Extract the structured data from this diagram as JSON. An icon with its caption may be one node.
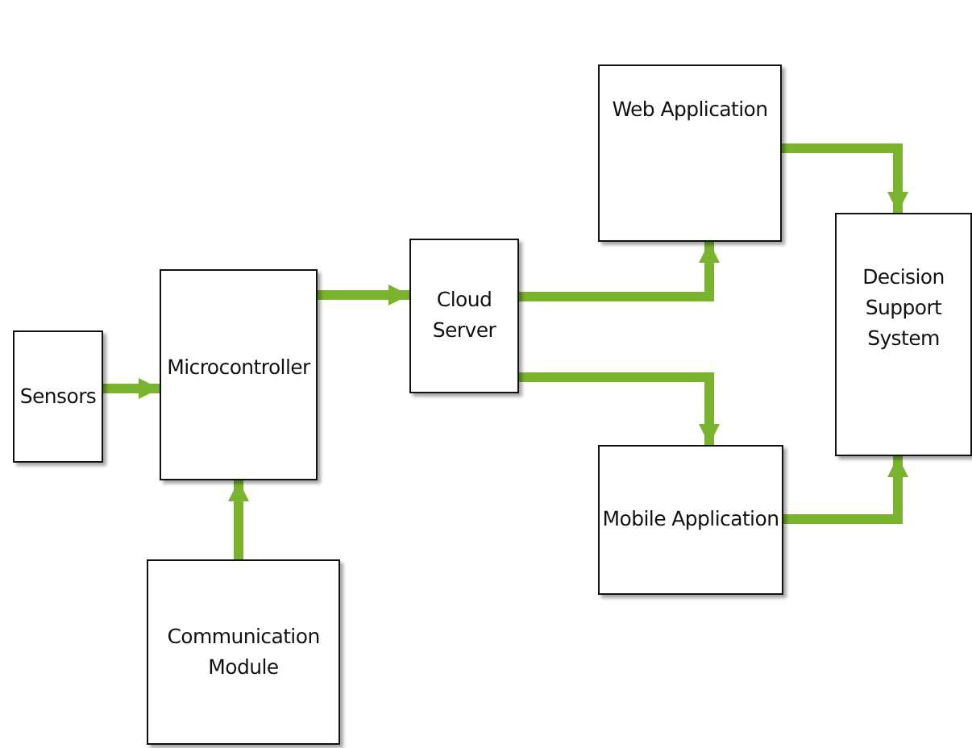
{
  "diagram": {
    "nodes": [
      {
        "text": [
          "Sensors"
        ]
      },
      {
        "text": [
          "Microcontroller"
        ]
      },
      {
        "text": [
          "Communication Module"
        ]
      },
      {
        "text": [
          "Cloud Server"
        ]
      },
      {
        "text": [
          "Web Application"
        ]
      },
      {
        "text": [
          "Mobile Application"
        ]
      },
      {
        "text": [
          "Decision Support System"
        ]
      }
    ],
    "edges": [
      {
        "from": 0,
        "to": 1,
        "arrow": "to"
      },
      {
        "from": 2,
        "to": 1,
        "arrow": "to"
      },
      {
        "from": 1,
        "to": 3,
        "arrow": "to"
      },
      {
        "from": 3,
        "to": 4,
        "arrow": "to"
      },
      {
        "from": 3,
        "to": 5,
        "arrow": "to"
      },
      {
        "from": 4,
        "to": 6,
        "arrow": "to"
      },
      {
        "from": 5,
        "to": 6,
        "arrow": "to"
      }
    ]
  }
}
